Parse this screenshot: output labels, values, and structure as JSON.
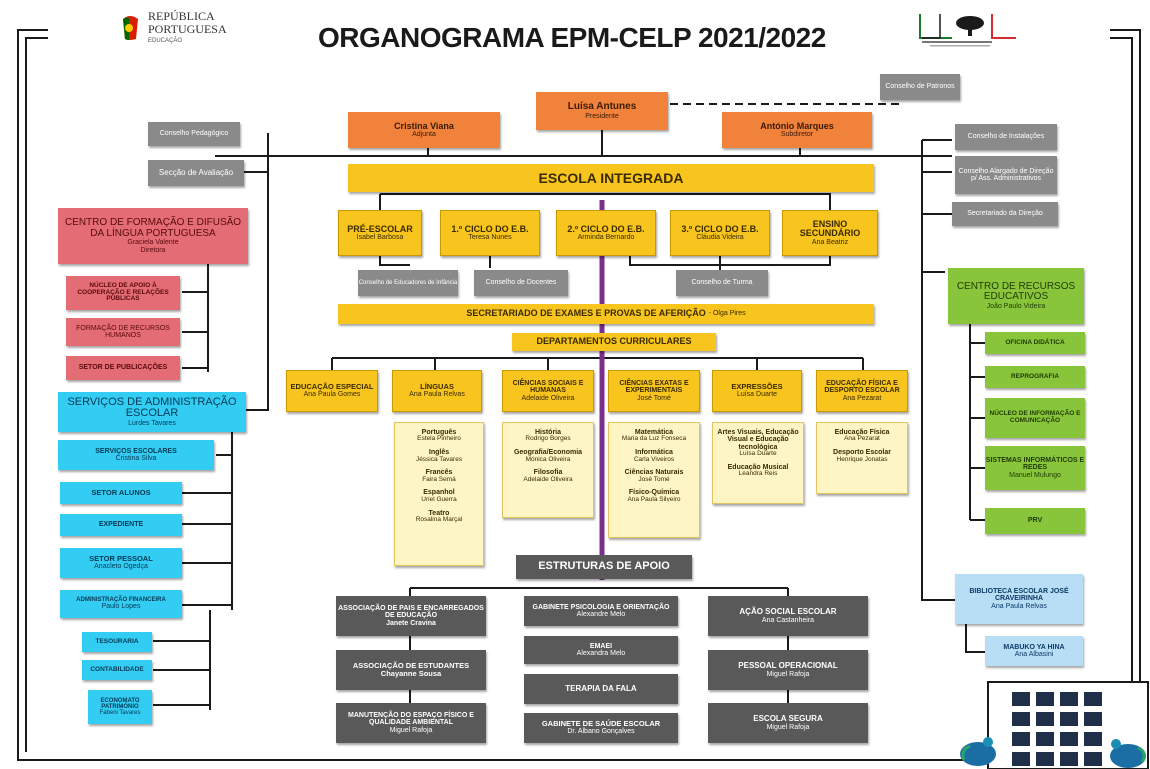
{
  "header": {
    "title": "ORGANOGRAMA EPM-CELP 2021/2022",
    "rp_logo": {
      "line1": "REPÚBLICA",
      "line2": "PORTUGUESA",
      "line3": "EDUCAÇÃO"
    }
  },
  "colors": {
    "orange": "#f0823c",
    "yellow": "#f7c51e",
    "gray": "#8a8a8a",
    "dark_gray": "#595959",
    "red": "#e46c74",
    "cyan": "#33ccf2",
    "green": "#88c53a",
    "light_blue": "#b7def5",
    "purple": "#7a2f8f"
  },
  "top": {
    "presidente": {
      "name": "Luísa Antunes",
      "role": "Presidente"
    },
    "adjunta": {
      "name": "Cristina Viana",
      "role": "Adjunta"
    },
    "subdiretor": {
      "name": "António Marques",
      "role": "Subdiretor"
    },
    "conselho_patronos": "Conselho de Patronos"
  },
  "left_councils": {
    "pedagogico": "Conselho Pedagógico",
    "avaliacao": "Secção de Avaliação"
  },
  "right_councils": {
    "instalacoes": "Conselho de Instalações",
    "alargado": "Conselho Alargado de Direção p/ Ass. Administrativos",
    "secretariado": "Secretariado da Direção"
  },
  "escola": "ESCOLA INTEGRADA",
  "ciclos": [
    {
      "title": "PRÉ-ESCOLAR",
      "person": "Isabel Barbosa"
    },
    {
      "title": "1.º CICLO DO E.B.",
      "person": "Teresa Nunes"
    },
    {
      "title": "2.º CICLO DO E.B.",
      "person": "Arminda Bernardo"
    },
    {
      "title": "3.º CICLO DO E.B.",
      "person": "Cláudia Videira"
    },
    {
      "title": "ENSINO SECUNDÁRIO",
      "person": "Ana Beatriz"
    }
  ],
  "conselhos": {
    "educadores": "Conselho de Educadores de Infância",
    "docentes": "Conselho de Docentes",
    "turma": "Conselho de Turma"
  },
  "secretariado_exames": {
    "label": "SECRETARIADO DE EXAMES E PROVAS DE AFERIÇÃO",
    "person": "- Olga Pires"
  },
  "departamentos_label": "DEPARTAMENTOS CURRICULARES",
  "departamentos": [
    {
      "title": "EDUCAÇÃO ESPECIAL",
      "person": "Ana Paula Gomes"
    },
    {
      "title": "LÍNGUAS",
      "person": "Ana Paula Relvas"
    },
    {
      "title": "CIÊNCIAS SOCIAIS E HUMANAS",
      "person": "Adelaide Oliveira"
    },
    {
      "title": "CIÊNCIAS EXATAS E EXPERIMENTAIS",
      "person": "José Tomé"
    },
    {
      "title": "EXPRESSÕES",
      "person": "Luísa Duarte"
    },
    {
      "title": "EDUCAÇÃO FÍSICA E DESPORTO ESCOLAR",
      "person": "Ana Pezarat"
    }
  ],
  "subgrupos": {
    "linguas": [
      {
        "name": "Português",
        "person": "Estela Pinheiro"
      },
      {
        "name": "Inglês",
        "person": "Jéssica Tavares"
      },
      {
        "name": "Francês",
        "person": "Faira Semá"
      },
      {
        "name": "Espanhol",
        "person": "Uriel Guerra"
      },
      {
        "name": "Teatro",
        "person": "Rosalina Marçal"
      }
    ],
    "sociais": [
      {
        "name": "História",
        "person": "Rodrigo Borges"
      },
      {
        "name": "Geografia/Economia",
        "person": "Mónica Oliveira"
      },
      {
        "name": "Filosofia",
        "person": "Adelaide Oliveira"
      }
    ],
    "exatas": [
      {
        "name": "Matemática",
        "person": "Maria da Luz Fonseca"
      },
      {
        "name": "Informática",
        "person": "Carla Viveiros"
      },
      {
        "name": "Ciências Naturais",
        "person": "José Tomé"
      },
      {
        "name": "Físico-Química",
        "person": "Ana Paula Silveiro"
      }
    ],
    "expressoes": [
      {
        "name": "Artes Visuais, Educação Visual e Educação tecnológica",
        "person": "Luísa Duarte"
      },
      {
        "name": "Educação Musical",
        "person": "Leandra Reis"
      }
    ],
    "fisica": [
      {
        "name": "Educação Física",
        "person": "Ana Pezarat"
      },
      {
        "name": "Desporto Escolar",
        "person": "Henrique Jonatas"
      }
    ]
  },
  "estruturas_label": "ESTRUTURAS DE APOIO",
  "estruturas": {
    "col1": [
      {
        "title": "ASSOCIAÇÃO DE PAIS E ENCARREGADOS DE EDUCAÇÃO",
        "person": "Janete Cravina"
      },
      {
        "title": "ASSOCIAÇÃO DE ESTUDANTES",
        "person": "Chayanne Sousa"
      },
      {
        "title": "MANUTENÇÃO DO ESPAÇO FÍSICO E QUALIDADE AMBIENTAL",
        "person": "Miguel Rafoja"
      }
    ],
    "col2": [
      {
        "title": "GABINETE PSICOLOGIA E ORIENTAÇÃO",
        "person": "Alexandre Melo"
      },
      {
        "title": "EMAEI",
        "person": "Alexandra Melo"
      },
      {
        "title": "TERAPIA DA FALA",
        "person": ""
      },
      {
        "title": "GABINETE DE SAÚDE ESCOLAR",
        "person": "Dr. Albano Gonçalves"
      }
    ],
    "col3": [
      {
        "title": "AÇÃO SOCIAL ESCOLAR",
        "person": "Ana Castanheira"
      },
      {
        "title": "PESSOAL OPERACIONAL",
        "person": "Miguel Rafoja"
      },
      {
        "title": "ESCOLA SEGURA",
        "person": "Miguel Rafoja"
      }
    ]
  },
  "centro_formacao": {
    "title": "CENTRO DE FORMAÇÃO E DIFUSÃO DA LÍNGUA PORTUGUESA",
    "person": "Graciela Valente",
    "role": "Diretora"
  },
  "red_subs": [
    "NÚCLEO DE APOIO À COOPERAÇÃO E RELAÇÕES PÚBLICAS",
    "FORMAÇÃO DE RECURSOS HUMANOS",
    "SETOR DE PUBLICAÇÕES"
  ],
  "servicos_adm": {
    "title": "SERVIÇOS DE ADMINISTRAÇÃO ESCOLAR",
    "person": "Lurdes Tavares"
  },
  "cyan_subs": {
    "escolares": {
      "title": "SERVIÇOS ESCOLARES",
      "person": "Cristina Silva"
    },
    "alunos": "SETOR ALUNOS",
    "expediente": "EXPEDIENTE",
    "pessoal": {
      "title": "SETOR PESSOAL",
      "person": "Anacleto Ogedça"
    },
    "financeira": {
      "title": "ADMINISTRAÇÃO FINANCEIRA",
      "person": "Paulo Lopes"
    },
    "tesouraria": "TESOURARIA",
    "contabilidade": "CONTABILIDADE",
    "economato": {
      "title": "ECONOMATO PATRIMÓNIO",
      "person": "Fabeni Tavares"
    }
  },
  "centro_recursos": {
    "title": "CENTRO DE RECURSOS EDUCATIVOS",
    "person": "João Paulo Videira"
  },
  "green_subs": [
    {
      "title": "OFICINA DIDÁTICA",
      "person": ""
    },
    {
      "title": "REPROGRAFIA",
      "person": ""
    },
    {
      "title": "NÚCLEO DE INFORMAÇÃO E COMUNICAÇÃO",
      "person": ""
    },
    {
      "title": "SISTEMAS INFORMÁTICOS E REDES",
      "person": "Manuel Mulungo"
    },
    {
      "title": "PRV",
      "person": ""
    }
  ],
  "biblioteca": {
    "title": "BIBLIOTECA ESCOLAR JOSÉ CRAVEIRINHA",
    "person": "Ana Paula Relvas"
  },
  "mabuko": {
    "title": "MABUKO YA HINA",
    "person": "Ana Albasini"
  }
}
